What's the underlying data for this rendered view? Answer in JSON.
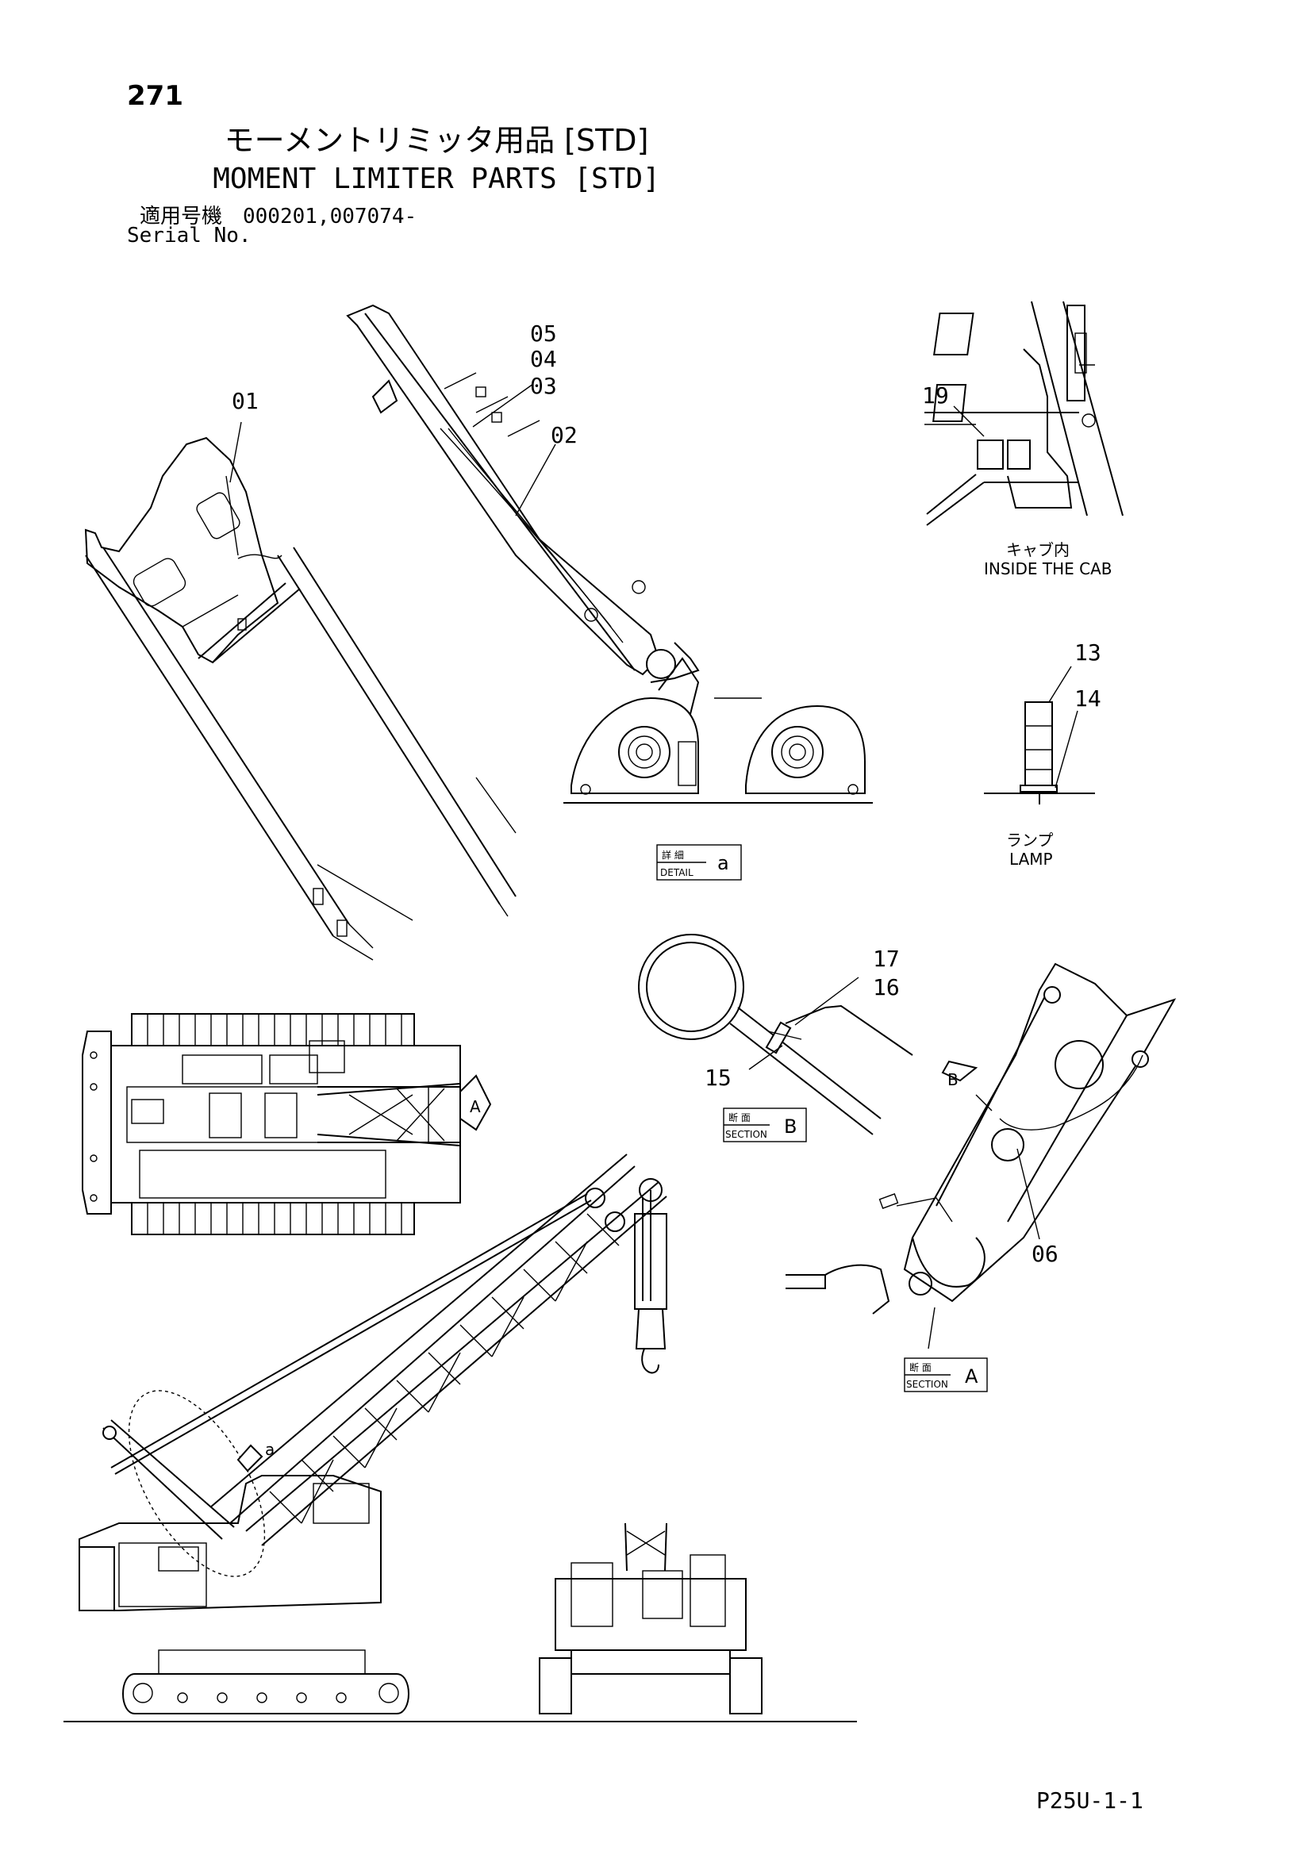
{
  "page_number": "271",
  "title_jp": "モーメントリミッタ用品 [STD]",
  "title_en": "MOMENT LIMITER PARTS [STD]",
  "serial_jp": "適用号機　000201,007074-",
  "serial_en": "Serial No.",
  "footer_code": "P25U-1-1",
  "callouts": {
    "c01": "01",
    "c02": "02",
    "c03": "03",
    "c04": "04",
    "c05": "05",
    "c06": "06",
    "c13": "13",
    "c14": "14",
    "c15": "15",
    "c16": "16",
    "c17": "17",
    "c19": "19"
  },
  "captions": {
    "cab_jp": "キャブ内",
    "cab_en": "INSIDE THE CAB",
    "lamp_jp": "ランプ",
    "lamp_en": "LAMP",
    "detail_jp": "詳 細",
    "detail_en": "DETAIL",
    "detail_letter": "a",
    "section_jp": "断 面",
    "section_en": "SECTION",
    "section_b_letter": "B",
    "section_a_letter": "A",
    "view_a_arrow": "A",
    "view_b_arrow": "B",
    "crane_detail_ref": "a"
  }
}
